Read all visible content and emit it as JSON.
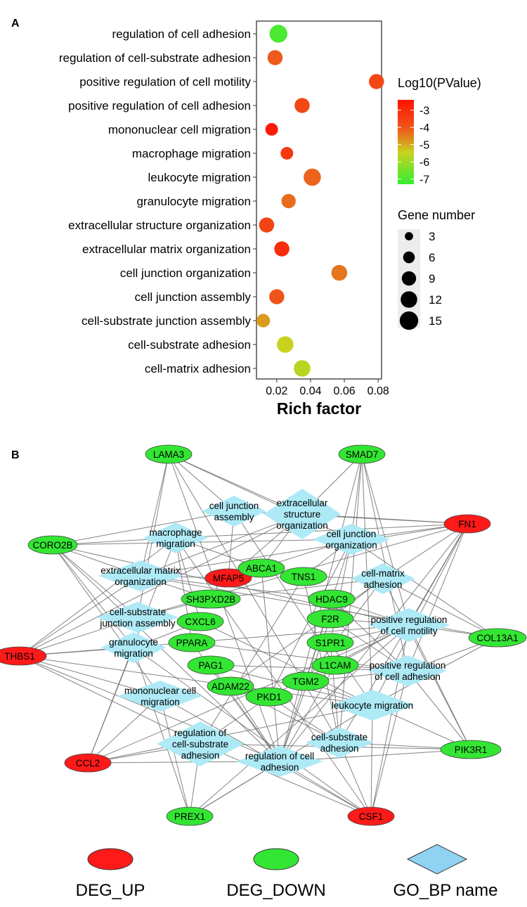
{
  "panels": {
    "a": "A",
    "b": "B"
  },
  "chart_data": {
    "type": "scatter",
    "xlabel": "Rich factor",
    "xticks": [
      0.02,
      0.04,
      0.06,
      0.08
    ],
    "xlim": [
      0.008,
      0.082
    ],
    "grid": false,
    "color_legend": {
      "title": "Log10(PValue)",
      "ticks": [
        -3,
        -4,
        -5,
        -6,
        -7
      ],
      "range": [
        -7.3,
        -2.4
      ],
      "colors": [
        "#33ee33",
        "#c8d21e",
        "#ee4422",
        "#ff1100"
      ]
    },
    "size_legend": {
      "title": "Gene number",
      "values": [
        3,
        6,
        9,
        12,
        15
      ]
    },
    "points": [
      {
        "term": "regulation of cell adhesion",
        "rich_factor": 0.021,
        "log10_p": -7.0,
        "gene_number": 14
      },
      {
        "term": "regulation of cell-substrate adhesion",
        "rich_factor": 0.019,
        "log10_p": -4.0,
        "gene_number": 10
      },
      {
        "term": "positive regulation of cell motility",
        "rich_factor": 0.079,
        "log10_p": -3.6,
        "gene_number": 10
      },
      {
        "term": "positive regulation of cell adhesion",
        "rich_factor": 0.035,
        "log10_p": -3.6,
        "gene_number": 10
      },
      {
        "term": "mononuclear cell migration",
        "rich_factor": 0.017,
        "log10_p": -2.6,
        "gene_number": 7
      },
      {
        "term": "macrophage migration",
        "rich_factor": 0.026,
        "log10_p": -3.3,
        "gene_number": 7
      },
      {
        "term": "leukocyte migration",
        "rich_factor": 0.041,
        "log10_p": -4.1,
        "gene_number": 13
      },
      {
        "term": "granulocyte migration",
        "rich_factor": 0.027,
        "log10_p": -4.2,
        "gene_number": 9
      },
      {
        "term": "extracellular structure organization",
        "rich_factor": 0.014,
        "log10_p": -3.5,
        "gene_number": 10
      },
      {
        "term": "extracellular matrix organization",
        "rich_factor": 0.023,
        "log10_p": -3.0,
        "gene_number": 10
      },
      {
        "term": "cell junction organization",
        "rich_factor": 0.057,
        "log10_p": -4.3,
        "gene_number": 11
      },
      {
        "term": "cell junction assembly",
        "rich_factor": 0.02,
        "log10_p": -3.9,
        "gene_number": 10
      },
      {
        "term": "cell-substrate junction assembly",
        "rich_factor": 0.012,
        "log10_p": -4.7,
        "gene_number": 8
      },
      {
        "term": "cell-substrate adhesion",
        "rich_factor": 0.025,
        "log10_p": -5.3,
        "gene_number": 12
      },
      {
        "term": "cell-matrix adhesion",
        "rich_factor": 0.035,
        "log10_p": -5.5,
        "gene_number": 12
      }
    ]
  },
  "network": {
    "colors": {
      "up": "#ff1a1a",
      "down": "#33e633",
      "go": "#aeeaf6",
      "legend_go": "#8fd2f2",
      "edge": "#6e6e6e"
    },
    "legend": {
      "up": "DEG_UP",
      "down": "DEG_DOWN",
      "go": "GO_BP name"
    },
    "nodes": [
      {
        "id": "LAMA3",
        "lines": [
          "LAMA3"
        ],
        "type": "down"
      },
      {
        "id": "SMAD7",
        "lines": [
          "SMAD7"
        ],
        "type": "down"
      },
      {
        "id": "FN1",
        "lines": [
          "FN1"
        ],
        "type": "up"
      },
      {
        "id": "CORO2B",
        "lines": [
          "CORO2B"
        ],
        "type": "down"
      },
      {
        "id": "MFAP5",
        "lines": [
          "MFAP5"
        ],
        "type": "up"
      },
      {
        "id": "ABCA1",
        "lines": [
          "ABCA1"
        ],
        "type": "down"
      },
      {
        "id": "TNS1",
        "lines": [
          "TNS1"
        ],
        "type": "down"
      },
      {
        "id": "SH3PXD2B",
        "lines": [
          "SH3PXD2B"
        ],
        "type": "down"
      },
      {
        "id": "HDAC9",
        "lines": [
          "HDAC9"
        ],
        "type": "down"
      },
      {
        "id": "CXCL6",
        "lines": [
          "CXCL6"
        ],
        "type": "down"
      },
      {
        "id": "F2R",
        "lines": [
          "F2R"
        ],
        "type": "down"
      },
      {
        "id": "PPARA",
        "lines": [
          "PPARA"
        ],
        "type": "down"
      },
      {
        "id": "S1PR1",
        "lines": [
          "S1PR1"
        ],
        "type": "down"
      },
      {
        "id": "COL13A1",
        "lines": [
          "COL13A1"
        ],
        "type": "down"
      },
      {
        "id": "THBS1",
        "lines": [
          "THBS1"
        ],
        "type": "up"
      },
      {
        "id": "PAG1",
        "lines": [
          "PAG1"
        ],
        "type": "down"
      },
      {
        "id": "L1CAM",
        "lines": [
          "L1CAM"
        ],
        "type": "down"
      },
      {
        "id": "ADAM22",
        "lines": [
          "ADAM22"
        ],
        "type": "down"
      },
      {
        "id": "TGM2",
        "lines": [
          "TGM2"
        ],
        "type": "down"
      },
      {
        "id": "PKD1",
        "lines": [
          "PKD1"
        ],
        "type": "down"
      },
      {
        "id": "PIK3R1",
        "lines": [
          "PIK3R1"
        ],
        "type": "down"
      },
      {
        "id": "CCL2",
        "lines": [
          "CCL2"
        ],
        "type": "up"
      },
      {
        "id": "PREX1",
        "lines": [
          "PREX1"
        ],
        "type": "down"
      },
      {
        "id": "CSF1",
        "lines": [
          "CSF1"
        ],
        "type": "up"
      },
      {
        "id": "go_cja",
        "lines": [
          "cell junction",
          "assembly"
        ],
        "type": "go"
      },
      {
        "id": "go_eso",
        "lines": [
          "extracellular",
          "structure",
          "organization"
        ],
        "type": "go"
      },
      {
        "id": "go_mac",
        "lines": [
          "macrophage",
          "migration"
        ],
        "type": "go"
      },
      {
        "id": "go_cjo",
        "lines": [
          "cell junction",
          "organization"
        ],
        "type": "go"
      },
      {
        "id": "go_emo",
        "lines": [
          "extracellular matrix",
          "organization"
        ],
        "type": "go"
      },
      {
        "id": "go_cma",
        "lines": [
          "cell-matrix",
          "adhesion"
        ],
        "type": "go"
      },
      {
        "id": "go_csj",
        "lines": [
          "cell-substrate",
          "junction assembly"
        ],
        "type": "go"
      },
      {
        "id": "go_prm",
        "lines": [
          "positive regulation",
          "of cell motility"
        ],
        "type": "go"
      },
      {
        "id": "go_gra",
        "lines": [
          "granulocyte",
          "migration"
        ],
        "type": "go"
      },
      {
        "id": "go_pra",
        "lines": [
          "positive regulation",
          "of cell adhesion"
        ],
        "type": "go"
      },
      {
        "id": "go_mon",
        "lines": [
          "mononuclear cell",
          "migration"
        ],
        "type": "go"
      },
      {
        "id": "go_leu",
        "lines": [
          "leukocyte migration"
        ],
        "type": "go"
      },
      {
        "id": "go_rcs",
        "lines": [
          "regulation of",
          "cell-substrate",
          "adhesion"
        ],
        "type": "go"
      },
      {
        "id": "go_csa",
        "lines": [
          "cell-substrate",
          "adhesion"
        ],
        "type": "go"
      },
      {
        "id": "go_rca",
        "lines": [
          "regulation of cell",
          "adhesion"
        ],
        "type": "go"
      }
    ],
    "edges": [
      [
        "LAMA3",
        "go_cja"
      ],
      [
        "LAMA3",
        "go_emo"
      ],
      [
        "LAMA3",
        "go_eso"
      ],
      [
        "LAMA3",
        "go_csa"
      ],
      [
        "LAMA3",
        "go_rca"
      ],
      [
        "LAMA3",
        "go_csj"
      ],
      [
        "LAMA3",
        "go_cjo"
      ],
      [
        "SMAD7",
        "go_cjo"
      ],
      [
        "SMAD7",
        "go_prm"
      ],
      [
        "SMAD7",
        "go_pra"
      ],
      [
        "SMAD7",
        "go_leu"
      ],
      [
        "SMAD7",
        "go_csa"
      ],
      [
        "SMAD7",
        "go_rca"
      ],
      [
        "SMAD7",
        "go_eso"
      ],
      [
        "FN1",
        "go_cja"
      ],
      [
        "FN1",
        "go_eso"
      ],
      [
        "FN1",
        "go_cjo"
      ],
      [
        "FN1",
        "go_emo"
      ],
      [
        "FN1",
        "go_cma"
      ],
      [
        "FN1",
        "go_prm"
      ],
      [
        "FN1",
        "go_pra"
      ],
      [
        "FN1",
        "go_csa"
      ],
      [
        "FN1",
        "go_rca"
      ],
      [
        "FN1",
        "go_csj"
      ],
      [
        "FN1",
        "go_leu"
      ],
      [
        "FN1",
        "go_mac"
      ],
      [
        "CORO2B",
        "go_cja"
      ],
      [
        "CORO2B",
        "go_mac"
      ],
      [
        "CORO2B",
        "go_emo"
      ],
      [
        "CORO2B",
        "go_cjo"
      ],
      [
        "CORO2B",
        "go_csj"
      ],
      [
        "CORO2B",
        "go_gra"
      ],
      [
        "CORO2B",
        "go_mon"
      ],
      [
        "CORO2B",
        "go_rca"
      ],
      [
        "CORO2B",
        "go_prm"
      ],
      [
        "THBS1",
        "go_emo"
      ],
      [
        "THBS1",
        "go_csj"
      ],
      [
        "THBS1",
        "go_gra"
      ],
      [
        "THBS1",
        "go_mon"
      ],
      [
        "THBS1",
        "go_rcs"
      ],
      [
        "THBS1",
        "go_rca"
      ],
      [
        "THBS1",
        "go_mac"
      ],
      [
        "THBS1",
        "go_eso"
      ],
      [
        "THBS1",
        "go_leu"
      ],
      [
        "THBS1",
        "go_prm"
      ],
      [
        "COL13A1",
        "go_cma"
      ],
      [
        "COL13A1",
        "go_prm"
      ],
      [
        "COL13A1",
        "go_pra"
      ],
      [
        "COL13A1",
        "go_leu"
      ],
      [
        "COL13A1",
        "go_cjo"
      ],
      [
        "COL13A1",
        "go_emo"
      ],
      [
        "CCL2",
        "go_gra"
      ],
      [
        "CCL2",
        "go_mon"
      ],
      [
        "CCL2",
        "go_mac"
      ],
      [
        "CCL2",
        "go_rca"
      ],
      [
        "CCL2",
        "go_leu"
      ],
      [
        "CCL2",
        "go_prm"
      ],
      [
        "CCL2",
        "go_rcs"
      ],
      [
        "PIK3R1",
        "go_leu"
      ],
      [
        "PIK3R1",
        "go_prm"
      ],
      [
        "PIK3R1",
        "go_pra"
      ],
      [
        "PIK3R1",
        "go_csa"
      ],
      [
        "PIK3R1",
        "go_rca"
      ],
      [
        "PIK3R1",
        "go_cma"
      ],
      [
        "PIK3R1",
        "go_rcs"
      ],
      [
        "PREX1",
        "go_mon"
      ],
      [
        "PREX1",
        "go_rcs"
      ],
      [
        "PREX1",
        "go_rca"
      ],
      [
        "PREX1",
        "go_leu"
      ],
      [
        "PREX1",
        "go_prm"
      ],
      [
        "PREX1",
        "go_gra"
      ],
      [
        "CSF1",
        "go_csa"
      ],
      [
        "CSF1",
        "go_rca"
      ],
      [
        "CSF1",
        "go_leu"
      ],
      [
        "CSF1",
        "go_mon"
      ],
      [
        "CSF1",
        "go_mac"
      ],
      [
        "CSF1",
        "go_prm"
      ],
      [
        "CSF1",
        "go_pra"
      ],
      [
        "CSF1",
        "go_gra"
      ],
      [
        "CSF1",
        "go_rcs"
      ],
      [
        "MFAP5",
        "go_emo"
      ],
      [
        "MFAP5",
        "go_eso"
      ],
      [
        "MFAP5",
        "go_cjo"
      ],
      [
        "MFAP5",
        "go_cja"
      ],
      [
        "ABCA1",
        "go_eso"
      ],
      [
        "ABCA1",
        "go_mac"
      ],
      [
        "ABCA1",
        "go_rca"
      ],
      [
        "TNS1",
        "go_cjo"
      ],
      [
        "TNS1",
        "go_cma"
      ],
      [
        "TNS1",
        "go_csa"
      ],
      [
        "TNS1",
        "go_rcs"
      ],
      [
        "SH3PXD2B",
        "go_emo"
      ],
      [
        "SH3PXD2B",
        "go_csj"
      ],
      [
        "SH3PXD2B",
        "go_cma"
      ],
      [
        "HDAC9",
        "go_prm"
      ],
      [
        "HDAC9",
        "go_pra"
      ],
      [
        "HDAC9",
        "go_rca"
      ],
      [
        "HDAC9",
        "go_emo"
      ],
      [
        "CXCL6",
        "go_gra"
      ],
      [
        "CXCL6",
        "go_leu"
      ],
      [
        "CXCL6",
        "go_mac"
      ],
      [
        "F2R",
        "go_prm"
      ],
      [
        "F2R",
        "go_pra"
      ],
      [
        "F2R",
        "go_rca"
      ],
      [
        "F2R",
        "go_cma"
      ],
      [
        "PPARA",
        "go_rca"
      ],
      [
        "PPARA",
        "go_pra"
      ],
      [
        "PPARA",
        "go_mac"
      ],
      [
        "S1PR1",
        "go_prm"
      ],
      [
        "S1PR1",
        "go_leu"
      ],
      [
        "S1PR1",
        "go_cjo"
      ],
      [
        "S1PR1",
        "go_csa"
      ],
      [
        "PAG1",
        "go_pra"
      ],
      [
        "PAG1",
        "go_rca"
      ],
      [
        "PAG1",
        "go_leu"
      ],
      [
        "L1CAM",
        "go_cja"
      ],
      [
        "L1CAM",
        "go_prm"
      ],
      [
        "L1CAM",
        "go_pra"
      ],
      [
        "L1CAM",
        "go_rca"
      ],
      [
        "ADAM22",
        "go_rca"
      ],
      [
        "ADAM22",
        "go_csa"
      ],
      [
        "ADAM22",
        "go_cma"
      ],
      [
        "TGM2",
        "go_cjo"
      ],
      [
        "TGM2",
        "go_cma"
      ],
      [
        "TGM2",
        "go_pra"
      ],
      [
        "TGM2",
        "go_leu"
      ],
      [
        "PKD1",
        "go_cjo"
      ],
      [
        "PKD1",
        "go_csa"
      ],
      [
        "PKD1",
        "go_rcs"
      ],
      [
        "PKD1",
        "go_prm"
      ],
      [
        "go_eso",
        "go_emo"
      ]
    ]
  }
}
